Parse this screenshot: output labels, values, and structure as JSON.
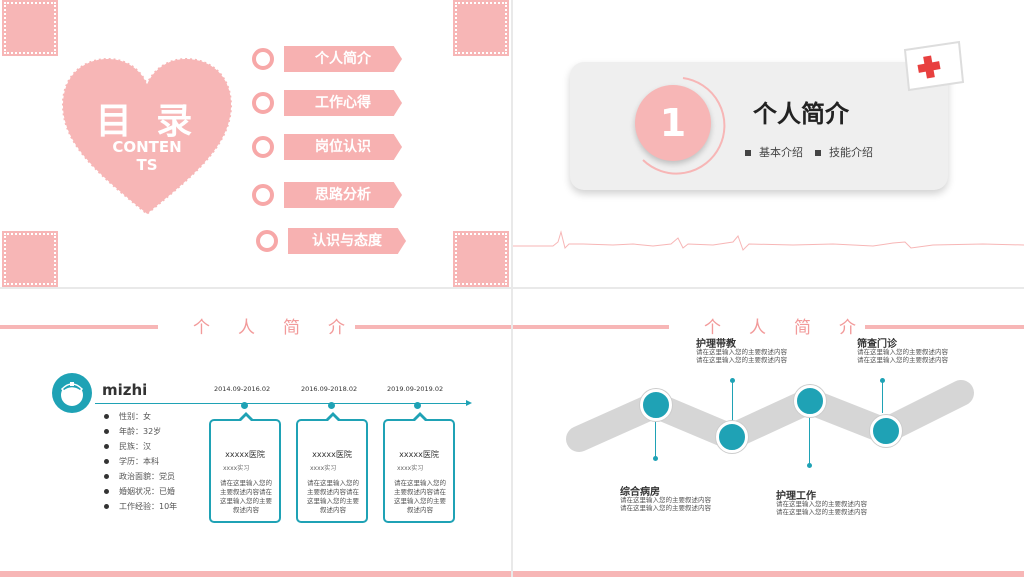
{
  "colors": {
    "pink": "#f7b6b6",
    "teal": "#1fa2b5"
  },
  "slide1": {
    "heart_title": "目 录",
    "heart_sub_line1": "CONTEN",
    "heart_sub_line2": "TS",
    "menu": [
      "个人简介",
      "工作心得",
      "岗位认识",
      "思路分析",
      "认识与态度"
    ]
  },
  "slide2": {
    "number": "1",
    "title": "个人简介",
    "subs": [
      "基本介绍",
      "技能介绍"
    ],
    "badge_icon": "nurse-cap-icon"
  },
  "slide3": {
    "header": "个人简介",
    "name": "mizhi",
    "info": [
      "性别：女",
      "年龄：32岁",
      "民族：汉",
      "学历：本科",
      "政治面貌：党员",
      "婚姻状况：已婚",
      "工作经验：10年"
    ],
    "timeline": [
      {
        "date": "2014.09-2016.02",
        "org": "xxxxx医院",
        "role": "xxxx实习",
        "desc": "请在这里输入您的主要叙述内容请在这里输入您的主要叙述内容"
      },
      {
        "date": "2016.09-2018.02",
        "org": "xxxxx医院",
        "role": "xxxx实习",
        "desc": "请在这里输入您的主要叙述内容请在这里输入您的主要叙述内容"
      },
      {
        "date": "2019.09-2019.02",
        "org": "xxxxx医院",
        "role": "xxxx实习",
        "desc": "请在这里输入您的主要叙述内容请在这里输入您的主要叙述内容"
      }
    ]
  },
  "slide4": {
    "header": "个人简介",
    "items": [
      {
        "title": "护理带教",
        "desc": "请在这里输入您的主要叙述内容\n请在这里输入您的主要叙述内容"
      },
      {
        "title": "筛查门诊",
        "desc": "请在这里输入您的主要叙述内容\n请在这里输入您的主要叙述内容"
      },
      {
        "title": "综合病房",
        "desc": "请在这里输入您的主要叙述内容\n请在这里输入您的主要叙述内容"
      },
      {
        "title": "护理工作",
        "desc": "请在这里输入您的主要叙述内容\n请在这里输入您的主要叙述内容"
      }
    ]
  }
}
